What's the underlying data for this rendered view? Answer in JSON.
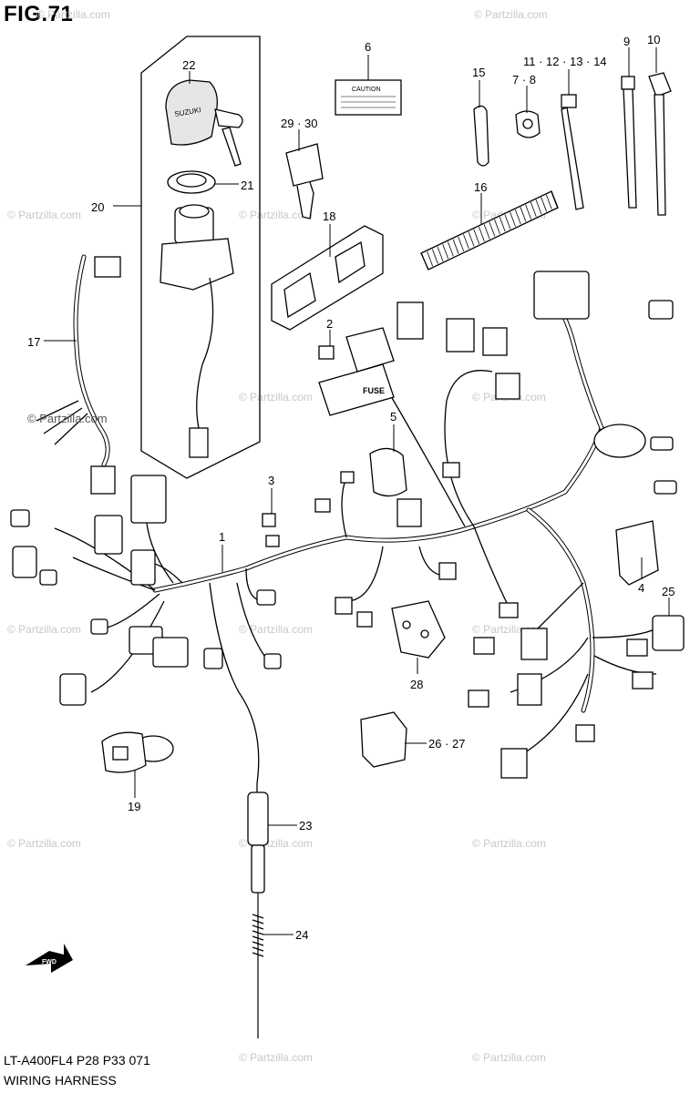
{
  "figure": {
    "title": "FIG.71",
    "model_code": "LT-A400FL4  P28  P33  071",
    "name": "WIRING HARNESS",
    "watermark": "© Partzilla.com",
    "inset_watermark": "© Partzilla.com"
  },
  "labels": {
    "p1": "1",
    "p2": "2",
    "p3": "3",
    "p4": "4",
    "p5": "5",
    "p6": "6",
    "p7_8": "7 · 8",
    "p9": "9",
    "p10": "10",
    "p11_14": "11 · 12 · 13 · 14",
    "p15": "15",
    "p16": "16",
    "p17": "17",
    "p18": "18",
    "p19": "19",
    "p20": "20",
    "p21": "21",
    "p22": "22",
    "p23": "23",
    "p24": "24",
    "p25": "25",
    "p26_27": "26 · 27",
    "p28": "28",
    "p29_30": "29 · 30"
  },
  "part_text": {
    "caution": "CAUTION",
    "fuse": "FUSE",
    "brand": "SUZUKI",
    "fwd": "FWD"
  }
}
